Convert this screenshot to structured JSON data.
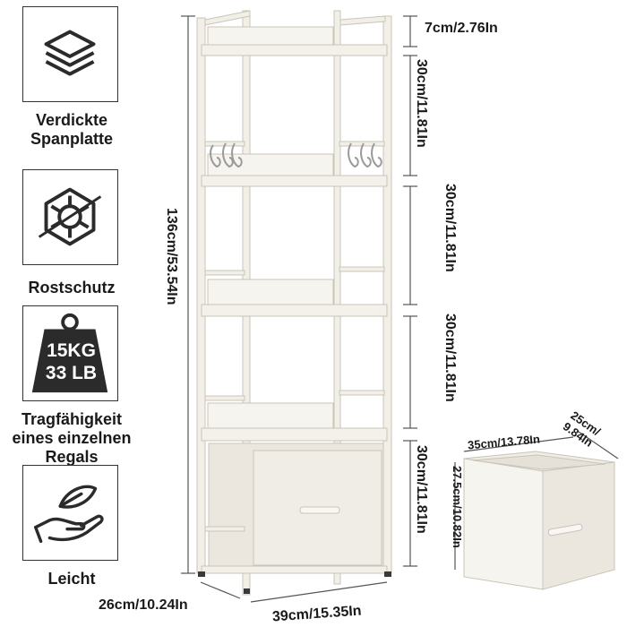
{
  "features": [
    {
      "icon": "stacked-layers-icon",
      "label_lines": [
        "Verdickte",
        "Spanplatte"
      ]
    },
    {
      "icon": "rust-shield-hexagon-icon",
      "label_lines": [
        "Rostschutz"
      ]
    },
    {
      "icon": "weight-icon",
      "weight_lines": [
        "15KG",
        "33 LB"
      ],
      "label_lines": [
        "Tragfähigkeit",
        "eines einzelnen",
        "Regals"
      ]
    },
    {
      "icon": "feather-hand-icon",
      "label_lines": [
        "Leicht"
      ]
    }
  ],
  "dimensions": {
    "top_gap": "7cm/2.76In",
    "shelf_gap_1": "30cm/11.81In",
    "shelf_gap_2": "30cm/11.81In",
    "shelf_gap_3": "30cm/11.81In",
    "shelf_gap_4": "30cm/11.81In",
    "total_height": "136cm/53.54In",
    "depth": "26cm/10.24In",
    "width": "39cm/15.35In"
  },
  "drawer_dimensions": {
    "width": "35cm/13.78In",
    "depth_lines": [
      "25cm/",
      "9.84In"
    ],
    "height": "27.5cm/10.82In"
  },
  "colors": {
    "frame": "#f2efe8",
    "frame_edge": "#c9c4b8",
    "fabric": "#ebe7df",
    "icon_dark": "#2b2b2b"
  }
}
